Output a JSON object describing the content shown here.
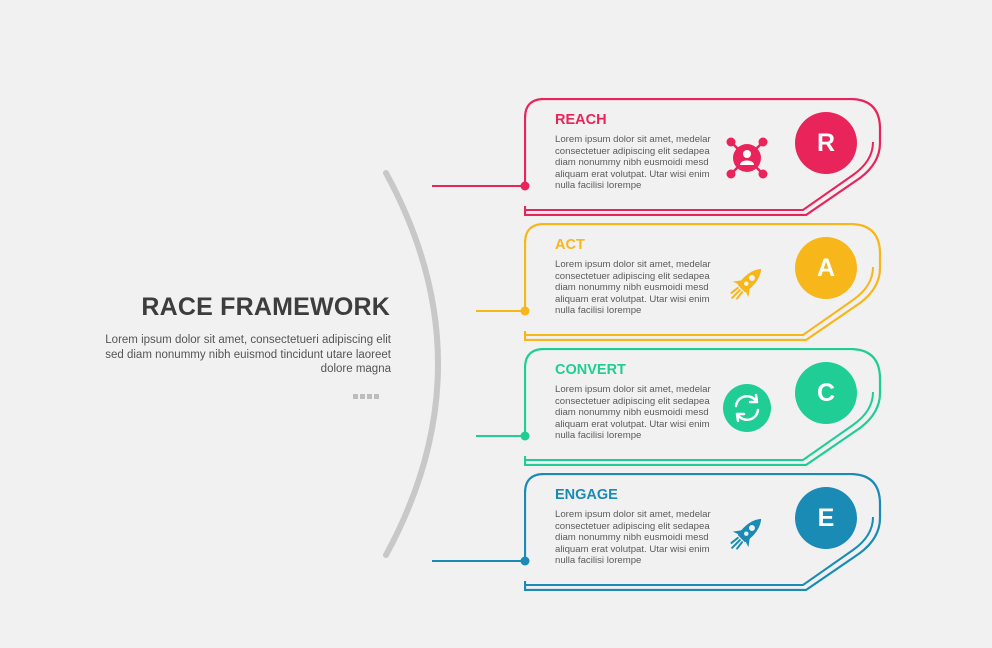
{
  "title": "RACE FRAMEWORK",
  "subtitle": "Lorem ipsum dolor sit amet, consectetueri adipiscing elit sed diam nonummy nibh euismod tincidunt utare laoreet dolore magna",
  "steps": [
    {
      "title": "REACH",
      "letter": "R",
      "color": "#e8245a",
      "icon": "user-network-icon",
      "body": "Lorem ipsum dolor sit amet, medelar consectetuer adipiscing elit sedapea diam nonummy nibh eusmoidi mesd aliquam erat volutpat. Utar wisi enim nulla facilisi lorempe"
    },
    {
      "title": "ACT",
      "letter": "A",
      "color": "#f7b61a",
      "icon": "rocket-icon",
      "body": "Lorem ipsum dolor sit amet, medelar consectetuer adipiscing elit sedapea diam nonummy nibh eusmoidi mesd aliquam erat volutpat. Utar wisi enim nulla facilisi lorempe"
    },
    {
      "title": "CONVERT",
      "letter": "C",
      "color": "#1fcd95",
      "icon": "refresh-cycle-icon",
      "body": "Lorem ipsum dolor sit amet, medelar consectetuer adipiscing elit sedapea diam nonummy nibh eusmoidi mesd aliquam erat volutpat. Utar wisi enim nulla facilisi lorempe"
    },
    {
      "title": "ENGAGE",
      "letter": "E",
      "color": "#1a8bb5",
      "icon": "rocket-icon",
      "body": "Lorem ipsum dolor sit amet, medelar consectetuer adipiscing elit sedapea diam nonummy nibh eusmoidi mesd aliquam erat volutpat. Utar wisi enim nulla facilisi lorempe"
    }
  ]
}
